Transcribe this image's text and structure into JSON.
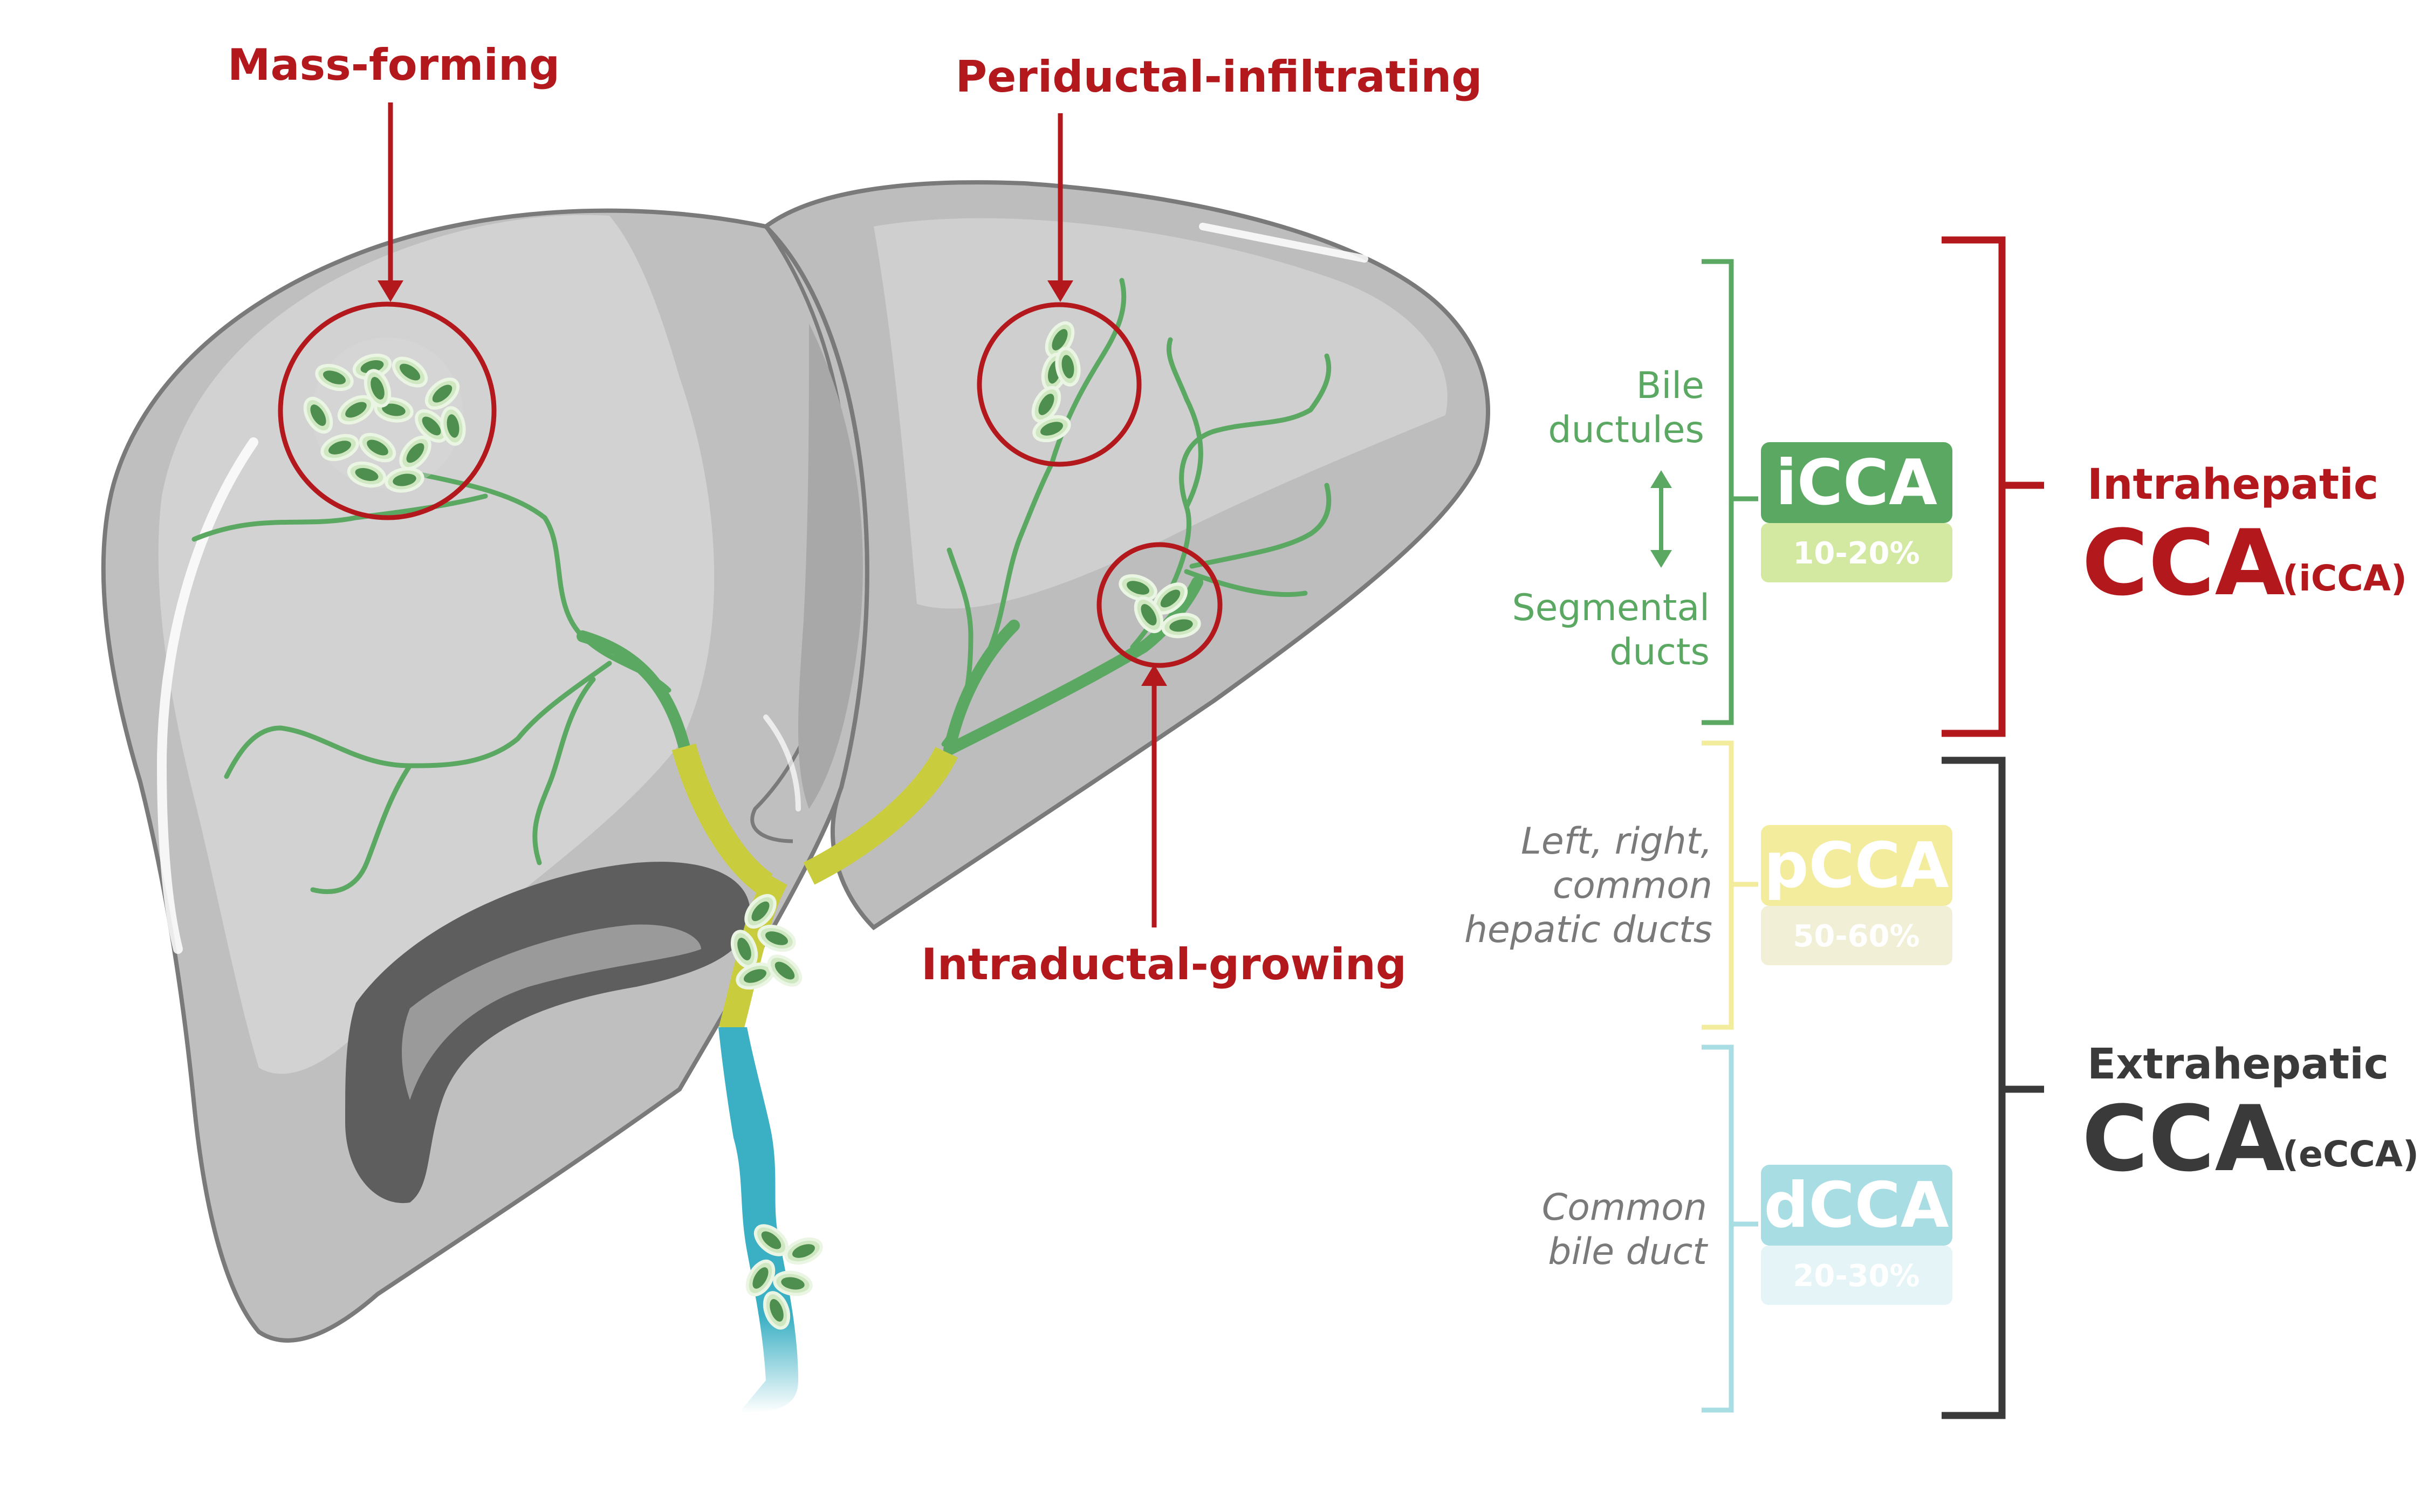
{
  "growth_patterns": {
    "mass_forming": "Mass-forming",
    "periductal": "Periductal-infiltrating",
    "intraductal": "Intraductal-growing"
  },
  "locations": {
    "bile_ductules": [
      "Bile",
      "ductules"
    ],
    "segmental_ducts": [
      "Segmental",
      "ducts"
    ],
    "hepatic_ducts": [
      "Left, right,",
      "common",
      "hepatic ducts"
    ],
    "common_bile_duct": [
      "Common",
      "bile duct"
    ]
  },
  "subtypes": [
    {
      "abbr": "iCCA",
      "percent": "10-20%",
      "color": "#5ba862",
      "pct_color": "#d3e8a0"
    },
    {
      "abbr": "pCCA",
      "percent": "50-60%",
      "color": "#f3ec9c",
      "pct_color": "#f1f0d6"
    },
    {
      "abbr": "dCCA",
      "percent": "20-30%",
      "color": "#a8dde4",
      "pct_color": "#e5f4f6"
    }
  ],
  "groups": {
    "intrahepatic": {
      "label": "Intrahepatic",
      "main": "CCA",
      "abbr": "(iCCA)",
      "color": "#b3181d"
    },
    "extrahepatic": {
      "label": "Extrahepatic",
      "main": "CCA",
      "abbr": "(eCCA)",
      "color": "#3a3a3a"
    }
  },
  "colors": {
    "bile_duct_green": "#5ba862",
    "perihilar_yellow": "#c9cc3d",
    "distal_blue": "#3bb0c4",
    "tumor_red": "#b3181d",
    "liver_grey": "#bdbdbd"
  }
}
